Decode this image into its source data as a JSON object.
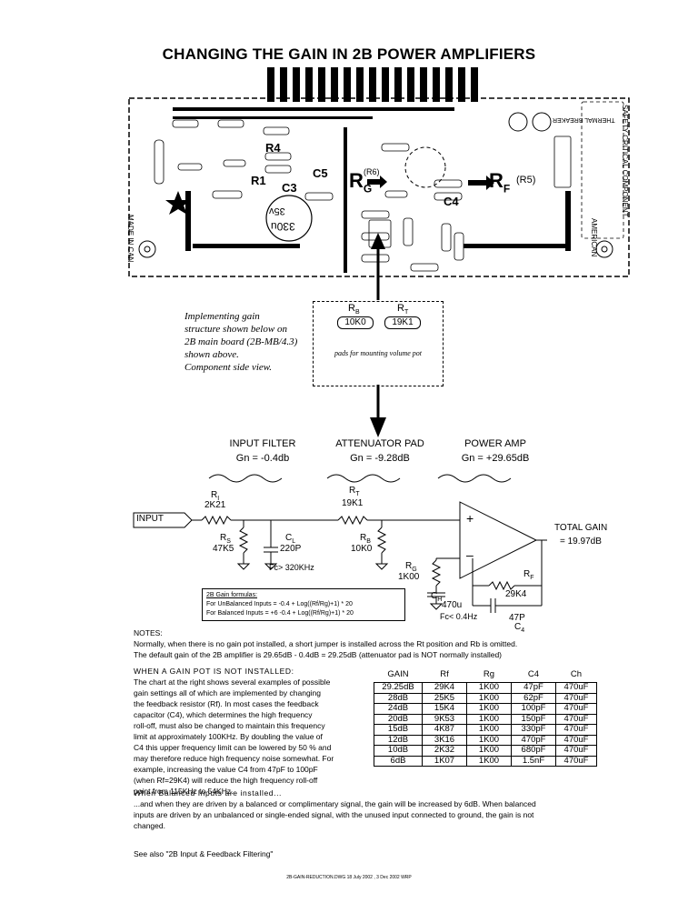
{
  "title": "CHANGING THE GAIN IN 2B POWER AMPLIFIERS",
  "board": {
    "labels": {
      "r4": "R4",
      "r1": "R1",
      "c5": "C5",
      "c3": "C3",
      "rg": "R",
      "rg_sub": "G",
      "rg_ref": "(R6)",
      "rf": "R",
      "rf_sub": "F",
      "rf_ref": "(R5)",
      "c4": "C4",
      "made_in": "MADE IN CAN",
      "american": "AMERICAN",
      "safety": "SAFETY CRITICAL COMPONENT",
      "thermal": "THERMAL BREAKER",
      "cap_value": "330u",
      "cap_voltage": "35v"
    }
  },
  "description": {
    "lines": [
      "Implementing gain",
      "structure shown below on",
      "2B main board (2B-MB/4.3)",
      "shown above.",
      "Component side view."
    ]
  },
  "pads": {
    "rb_label": "R",
    "rb_sub": "B",
    "rt_label": "R",
    "rt_sub": "T",
    "rb_value": "10K0",
    "rt_value": "19K1",
    "caption": "pads for mounting volume pot"
  },
  "stages": [
    {
      "name": "INPUT FILTER",
      "gain": "Gn =  -0.4db"
    },
    {
      "name": "ATTENUATOR PAD",
      "gain": "Gn =  -9.28dB"
    },
    {
      "name": "POWER AMP",
      "gain": "Gn = +29.65dB"
    }
  ],
  "schematic": {
    "input": "INPUT",
    "ri": "R",
    "ri_sub": "I",
    "ri_value": "2K21",
    "rs": "R",
    "rs_sub": "S",
    "rs_value": "47K5",
    "cl": "C",
    "cl_sub": "L",
    "cl_value": "220P",
    "fc_filter": "Fc> 320KHz",
    "rt": "R",
    "rt_sub": "T",
    "rt_value": "19K1",
    "rb": "R",
    "rb_sub": "B",
    "rb_value": "10K0",
    "rg": "R",
    "rg_sub": "G",
    "rg_value": "1K00",
    "ch": "C",
    "ch_sub": "H",
    "ch_value": "470u",
    "fc_feedback": "Fc< 0.4Hz",
    "rf": "R",
    "rf_sub": "F",
    "rf_value": "29K4",
    "c4_value": "47P",
    "c4": "C",
    "c4_sub": "4",
    "plus": "+",
    "minus": "–",
    "total_gain_label": "TOTAL GAIN",
    "total_gain_value": "= 19.97dB"
  },
  "formulas": {
    "heading": "2B Gain formulas:",
    "unbalanced": "For UnBalanced Inputs = -0.4 + Log((Rf/Rg)+1) * 20",
    "balanced": "For Balanced Inputs = +6 -0.4 + Log((Rf/Rg)+1) * 20"
  },
  "notes": {
    "heading": "NOTES:",
    "line1": "Normally, when there is no gain pot installed, a short jumper is installed  across the Rt position and Rb is omitted.",
    "line2": "The default gain of the 2B amplifier is 29.65dB - 0.4dB = 29.25dB (attenuator pad is NOT normally installed)"
  },
  "no_pot": {
    "heading": "WHEN A GAIN POT IS NOT INSTALLED:",
    "lines": [
      "The chart at the right shows several examples of possible",
      "gain settings all of which are implemented by changing",
      "the feedback resistor (Rf). In most cases the feedback",
      "capacitor (C4), which determines the high frequency",
      "roll-off, must also be changed to maintain this frequency",
      "limit at approximately 100KHz. By doubling the value of",
      "C4 this upper frequency limit can be lowered by 50 % and",
      "may therefore reduce high frequency noise somewhat. For",
      "example, increasing the value C4 from 47pF to 100pF",
      "(when Rf=29K4) will reduce the high frequency roll-off",
      "point from 115KHz to 54KHz."
    ]
  },
  "gain_table": {
    "columns": [
      "GAIN",
      "Rf",
      "Rg",
      "C4",
      "Ch"
    ],
    "rows": [
      [
        "29.25dB",
        "29K4",
        "1K00",
        "47pF",
        "470uF"
      ],
      [
        "28dB",
        "25K5",
        "1K00",
        "62pF",
        "470uF"
      ],
      [
        "24dB",
        "15K4",
        "1K00",
        "100pF",
        "470uF"
      ],
      [
        "20dB",
        "9K53",
        "1K00",
        "150pF",
        "470uF"
      ],
      [
        "15dB",
        "4K87",
        "1K00",
        "330pF",
        "470uF"
      ],
      [
        "12dB",
        "3K16",
        "1K00",
        "470pF",
        "470uF"
      ],
      [
        "10dB",
        "2K32",
        "1K00",
        "680pF",
        "470uF"
      ],
      [
        "6dB",
        "1K07",
        "1K00",
        "1.5nF",
        "470uF"
      ]
    ]
  },
  "balanced": {
    "heading": "When Balanced Inputs are installed...",
    "line1": "...and when they are driven by a balanced or complimentary signal, the gain will be increased by 6dB. When balanced",
    "line2": "inputs are driven by an unbalanced or single-ended signal, with the unused input connected to ground, the gain is not",
    "line3": "changed."
  },
  "see_also": "See also \"2B Input & Feedback Filtering\"",
  "footer": "2B-GAIN-REDUCTION.DWG     18 July 2002 , 3 Dec 2002     WRP"
}
